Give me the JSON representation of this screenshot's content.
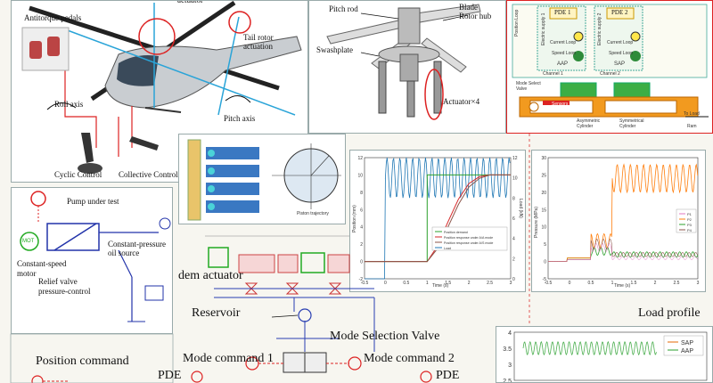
{
  "helicopter_panel": {
    "actuator_top": "actuator",
    "antitorque_pedals": "Antitorque pedals",
    "tail_rotor_actuation": "Tail rotor\nactuation",
    "roll_axis": "Roll axis",
    "pitch_axis": "Pitch axis",
    "cyclic_control": "Cyclic Control",
    "collective_control": "Collective Control"
  },
  "rotor_panel": {
    "pitch_rod": "Pitch rod",
    "blade": "Blade",
    "rotor_hub": "Rotor hub",
    "swashplate": "Swashplate",
    "actuator_count": "Actuator×4"
  },
  "hydraulic_panel": {
    "position_loop": "Position Loop",
    "electric_supply_1": "Electric supply 1",
    "electric_supply_2": "Electric supply 2",
    "pde1": "PDE 1",
    "pde2": "PDE 2",
    "current_loop_1": "Current Loop",
    "current_loop_2": "Current Loop",
    "speed_loop_1": "Speed Loop",
    "speed_loop_2": "Speed Loop",
    "aap": "AAP",
    "sap": "SAP",
    "channel_1": "Channel 1",
    "channel_2": "Channel 2",
    "mode_select_valve": "Mode Select\nValve",
    "sensors": "Sensors",
    "asymmetric_cylinder": "Asymmetric\nCylinder",
    "symmetrical_cylinder": "Symmetrical\nCylinder",
    "to_load": "To Load",
    "ram": "Ram"
  },
  "pump_panel": {
    "pump_under_test": "Pump under test",
    "mot": "MOT",
    "constant_pressure_oil_source": "Constant-pressure\noil source",
    "constant_speed_motor": "Constant-speed\nmotor",
    "relief_valve": "Relief valve\npressure-control"
  },
  "pump_detail_panel": {
    "piston_trajectory": "Piston trajectory"
  },
  "bottom_diagram": {
    "tandem_actuator": "dem actuator",
    "reservoir": "Reservoir",
    "mode_selection_valve": "Mode Selection Valve",
    "position_command": "Position command",
    "mode_command_1": "Mode command 1",
    "mode_command_2": "Mode command 2",
    "pde_left": "PDE",
    "pde_right": "PDE",
    "load_profile": "Load profile"
  },
  "chart_data": [
    {
      "type": "line",
      "xlabel": "Time (s)",
      "ylabel": "Position (mm)",
      "y2label": "Load (kN)",
      "xlim": [
        -0.5,
        3
      ],
      "ylim": [
        -2,
        12
      ],
      "y2lim": [
        0,
        12
      ],
      "x_ticks": [
        "-0.5",
        "0",
        "0.5",
        "1",
        "1.5",
        "2",
        "2.5",
        "3"
      ],
      "y_ticks": [
        "-2",
        "0",
        "2",
        "4",
        "6",
        "8",
        "10",
        "12"
      ],
      "y2_ticks": [
        "0",
        "2",
        "4",
        "6",
        "8",
        "10",
        "12"
      ],
      "series": [
        {
          "name": "Position demand",
          "color": "#2ca02c",
          "x": [
            -0.5,
            1.0,
            1.0,
            3.0
          ],
          "y": [
            0,
            0,
            10,
            10
          ]
        },
        {
          "name": "Position response under A/A mode",
          "color": "#d62728",
          "x": [
            -0.5,
            1.0,
            1.25,
            1.5,
            1.75,
            2.0,
            2.25,
            2.5,
            3.0
          ],
          "y": [
            0,
            0,
            1.8,
            4.6,
            7.2,
            9.0,
            9.8,
            10.0,
            10.0
          ]
        },
        {
          "name": "Position response under A/S mode",
          "color": "#8c564b",
          "x": [
            -0.5,
            1.0,
            1.25,
            1.5,
            1.75,
            2.0,
            2.25,
            2.5,
            3.0
          ],
          "y": [
            0,
            0,
            1.5,
            4.0,
            6.6,
            8.6,
            9.6,
            10.0,
            10.0
          ]
        },
        {
          "name": "Load",
          "color": "#1f77b4",
          "note": "oscillating 8–12 kN after step at 0"
        }
      ]
    },
    {
      "type": "line",
      "xlabel": "Time (s)",
      "ylabel": "Pressure (MPa)",
      "xlim": [
        -0.5,
        3
      ],
      "ylim": [
        -5,
        30
      ],
      "x_ticks": [
        "-0.5",
        "0",
        "0.5",
        "1",
        "1.5",
        "2",
        "2.5",
        "3"
      ],
      "y_ticks": [
        "-5",
        "0",
        "5",
        "10",
        "15",
        "20",
        "25",
        "30"
      ],
      "series": [
        {
          "name": "P1",
          "color": "#e377c2"
        },
        {
          "name": "P2",
          "color": "#ff7f0e"
        },
        {
          "name": "P3",
          "color": "#2ca02c"
        },
        {
          "name": "P4",
          "color": "#8c564b"
        }
      ]
    },
    {
      "type": "line",
      "ylim": [
        2.5,
        4
      ],
      "y_ticks": [
        "4",
        "3.5",
        "3",
        "2.5"
      ],
      "series": [
        {
          "name": "SAP",
          "color": "#e8822e"
        },
        {
          "name": "AAP",
          "color": "#4caf50"
        }
      ]
    }
  ]
}
